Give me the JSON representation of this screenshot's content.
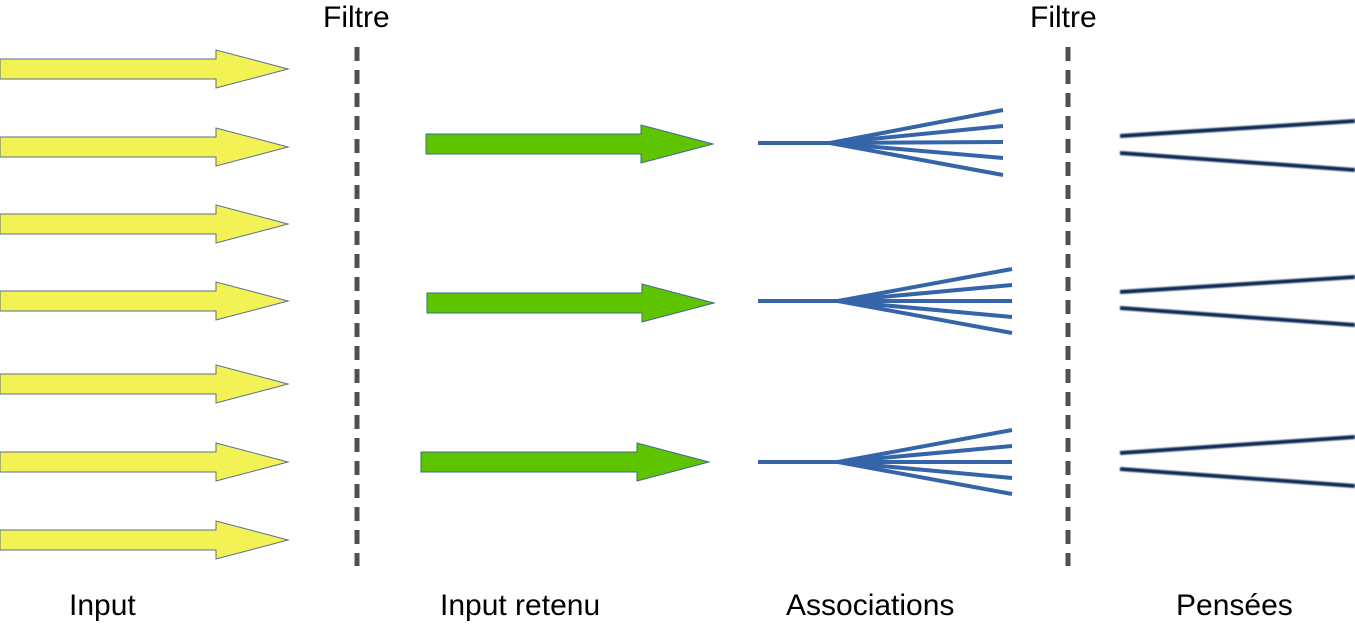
{
  "filters": [
    {
      "label": "Filtre"
    },
    {
      "label": "Filtre"
    }
  ],
  "columns": [
    {
      "label": "Input"
    },
    {
      "label": "Input retenu"
    },
    {
      "label": "Associations"
    },
    {
      "label": "Pensées"
    }
  ],
  "colors": {
    "input_arrow": "#f2f255",
    "input_arrow_stroke": "#5a6e8a",
    "retained_arrow": "#5fc400",
    "retained_arrow_stroke": "#3b6a8c",
    "association_lines": "#3565a8",
    "thought_lines": "#0d2b55",
    "filter_line": "#505050"
  },
  "counts": {
    "input_arrows": 7,
    "retained_arrows": 3,
    "association_fans": 3,
    "thought_wedges": 3
  }
}
